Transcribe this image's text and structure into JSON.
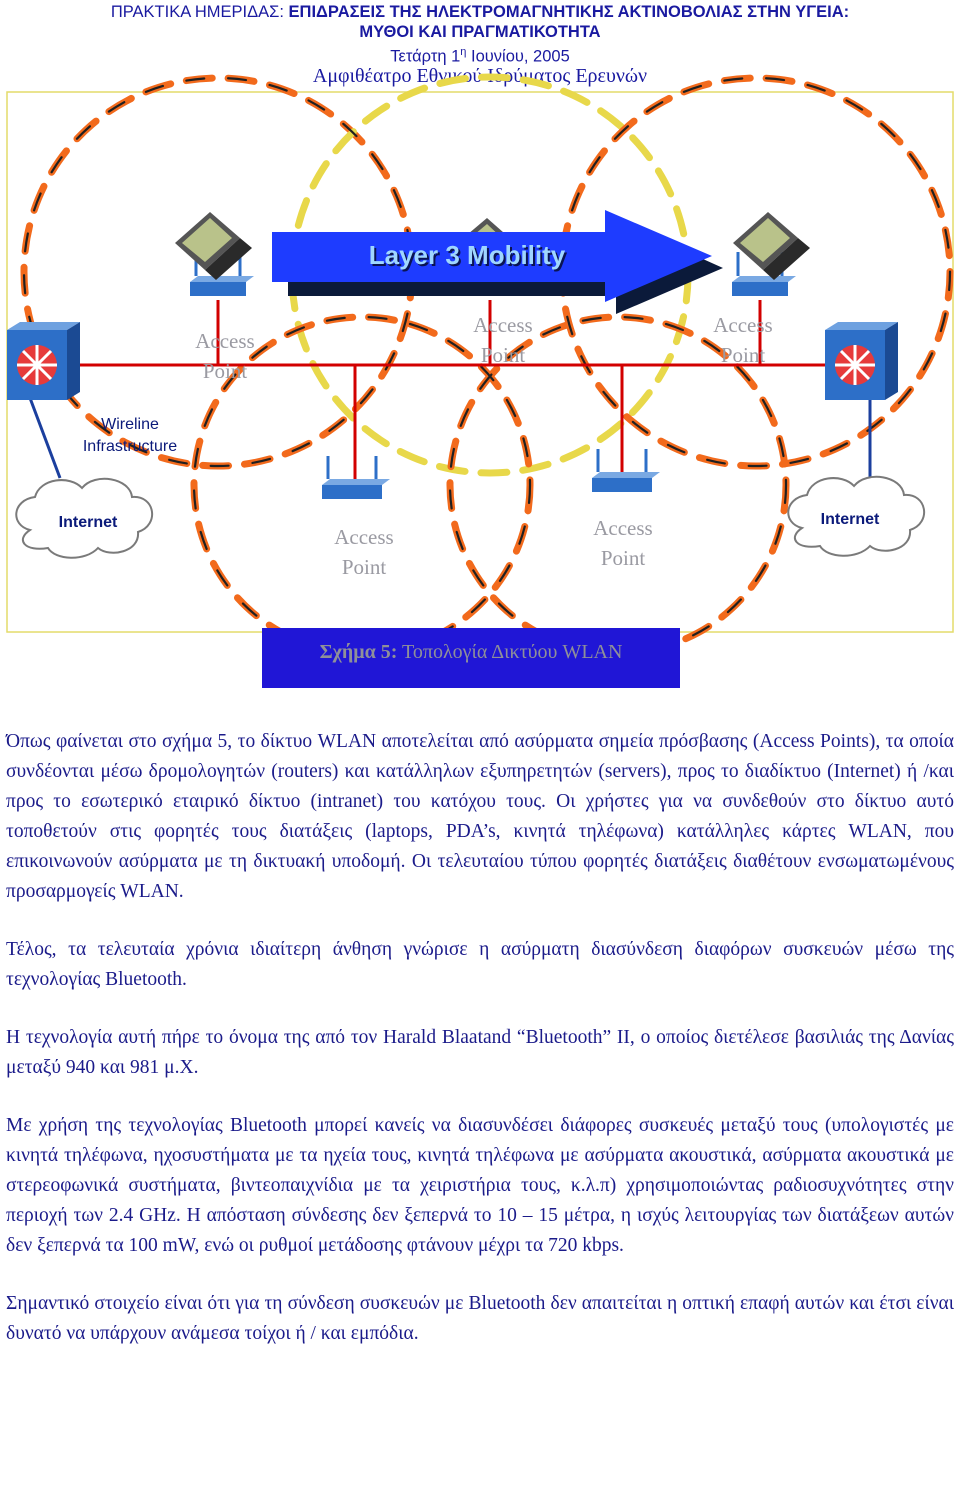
{
  "header": {
    "line1": "ΠΡΑΚΤΙΚΑ ΗΜΕΡΙΔΑΣ: ",
    "line1_bold": "ΕΠΙΔΡΑΣΕΙΣ ΤΗΣ ΗΛΕΚΤΡΟΜΑΓΝΗΤΙΚΗΣ ΑΚΤΙΝΟΒΟΛΙΑΣ ΣΤΗΝ ΥΓΕΙΑ:",
    "line2": "ΜΥΘΟΙ ΚΑΙ ΠΡΑΓΜΑΤΙΚΟΤΗΤΑ",
    "line3_pre": "Τετάρτη 1",
    "line3_sup": "η",
    "line3_post": " Ιουνίου, 2005",
    "line4": "Αμφιθέατρο Εθνικού Ιδρύματος Ερευνών"
  },
  "figure": {
    "arrow_label": "Layer 3 Mobility",
    "ap_top_left": [
      "Access",
      "Point"
    ],
    "ap_top_mid": [
      "Access",
      "Point"
    ],
    "ap_top_right": [
      "Access",
      "Point"
    ],
    "ap_bottom_left": [
      "Access",
      "Point"
    ],
    "ap_bottom_right": [
      "Access",
      "Point"
    ],
    "wireline": [
      "Wireline",
      "Infrastructure"
    ],
    "internet_left": "Internet",
    "internet_right": "Internet",
    "caption_bold": "Σχήμα 5:",
    "caption_text": " Τοπολογία Δικτύου WLAN",
    "colors": {
      "wire": "#d20000",
      "arrow": "#1e3cff",
      "caption_bg": "#2016d6",
      "router": "#2d6fc8"
    }
  },
  "paragraphs": [
    "Όπως φαίνεται στο σχήμα 5, το δίκτυο WLAN αποτελείται από ασύρματα σημεία πρόσβασης (Access Points), τα οποία συνδέονται μέσω δρομολογητών (routers) και κατάλληλων εξυπηρετητών (servers), προς το διαδίκτυο (Internet) ή /και προς το εσωτερικό εταιρικό δίκτυο (intranet)  του κατόχου τους. Οι χρήστες για να συνδεθούν στο δίκτυο αυτό τοποθετούν στις φορητές τους διατάξεις (laptops, PDA’s, κινητά τηλέφωνα) κατάλληλες κάρτες WLAN, που επικοινωνούν ασύρματα με τη δικτυακή υποδομή. Οι τελευταίου τύπου φορητές διατάξεις διαθέτουν ενσωματωμένους προσαρμογείς WLAN.",
    "Τέλος, τα τελευταία χρόνια ιδιαίτερη άνθηση γνώρισε η ασύρματη διασύνδεση διαφόρων συσκευών μέσω της τεχνολογίας Bluetooth.",
    "Η τεχνολογία αυτή πήρε το όνομα της από τον Harald Blaatand  “Bluetooth” II, ο οποίος διετέλεσε βασιλιάς της Δανίας μεταξύ 940 και 981 μ.Χ.",
    "Με χρήση της τεχνολογίας Bluetooth μπορεί κανείς να διασυνδέσει διάφορες συσκευές μεταξύ τους (υπολογιστές με κινητά τηλέφωνα, ηχοσυστήματα με τα ηχεία τους, κινητά τηλέφωνα με ασύρματα ακουστικά, ασύρματα ακουστικά με στερεοφωνικά συστήματα, βιντεοπαιχνίδια με τα χειριστήρια τους, κ.λ.π) χρησιμοποιώντας ραδιοσυχνότητες στην περιοχή των 2.4 GHz. Η απόσταση σύνδεσης δεν ξεπερνά το 10 – 15 μέτρα, η ισχύς λειτουργίας των διατάξεων αυτών δεν ξεπερνά τα 100 mW, ενώ οι ρυθμοί μετάδοσης φτάνουν μέχρι τα 720 kbps.",
    "Σημαντικό στοιχείο είναι ότι για τη σύνδεση συσκευών με Bluetooth δεν απαιτείται η οπτική επαφή αυτών και έτσι είναι δυνατό να υπάρχουν ανάμεσα τοίχοι ή / και εμπόδια."
  ]
}
